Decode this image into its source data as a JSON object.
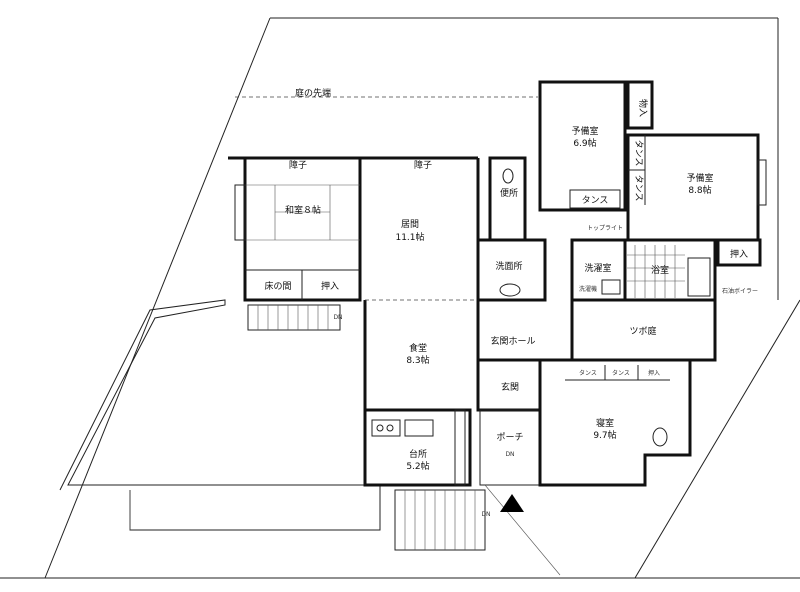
{
  "plan": {
    "garden_edge": "庭の先端",
    "shoji_1": "障子",
    "shoji_2": "障子",
    "washitsu": "和室８帖",
    "tokonoma": "床の間",
    "oshiire_1": "押入",
    "ima": "居間",
    "ima_size": "11.1帖",
    "toilet": "便所",
    "senmen": "洗面所",
    "yobi1": "予備室",
    "yobi1_size": "6.9帖",
    "tansu_1": "タンス",
    "monoire": "物入",
    "yobi2": "予備室",
    "yobi2_size": "8.8帖",
    "tansu_2": "タンス",
    "tansu_3": "タンス",
    "oshiire_2": "押入",
    "toplight": "トップライト",
    "sentaku": "洗濯室",
    "sentakuki": "洗濯機",
    "yokushitsu": "浴室",
    "boiler": "石油ボイラー",
    "genkan_hall": "玄関ホール",
    "tsubo": "ツボ庭",
    "shokudo": "食堂",
    "shokudo_size": "8.3帖",
    "genkan": "玄関",
    "porch": "ポーチ",
    "daidokoro": "台所",
    "daidokoro_size": "5.2帖",
    "shinshitsu": "寝室",
    "shinshitsu_size": "9.7帖",
    "tansu_4": "タンス",
    "tansu_5": "タンス",
    "oshiire_3": "押入",
    "dn_1": "DN",
    "dn_2": "DN",
    "dn_3": "DN",
    "north_arrow": "triangle-up"
  }
}
